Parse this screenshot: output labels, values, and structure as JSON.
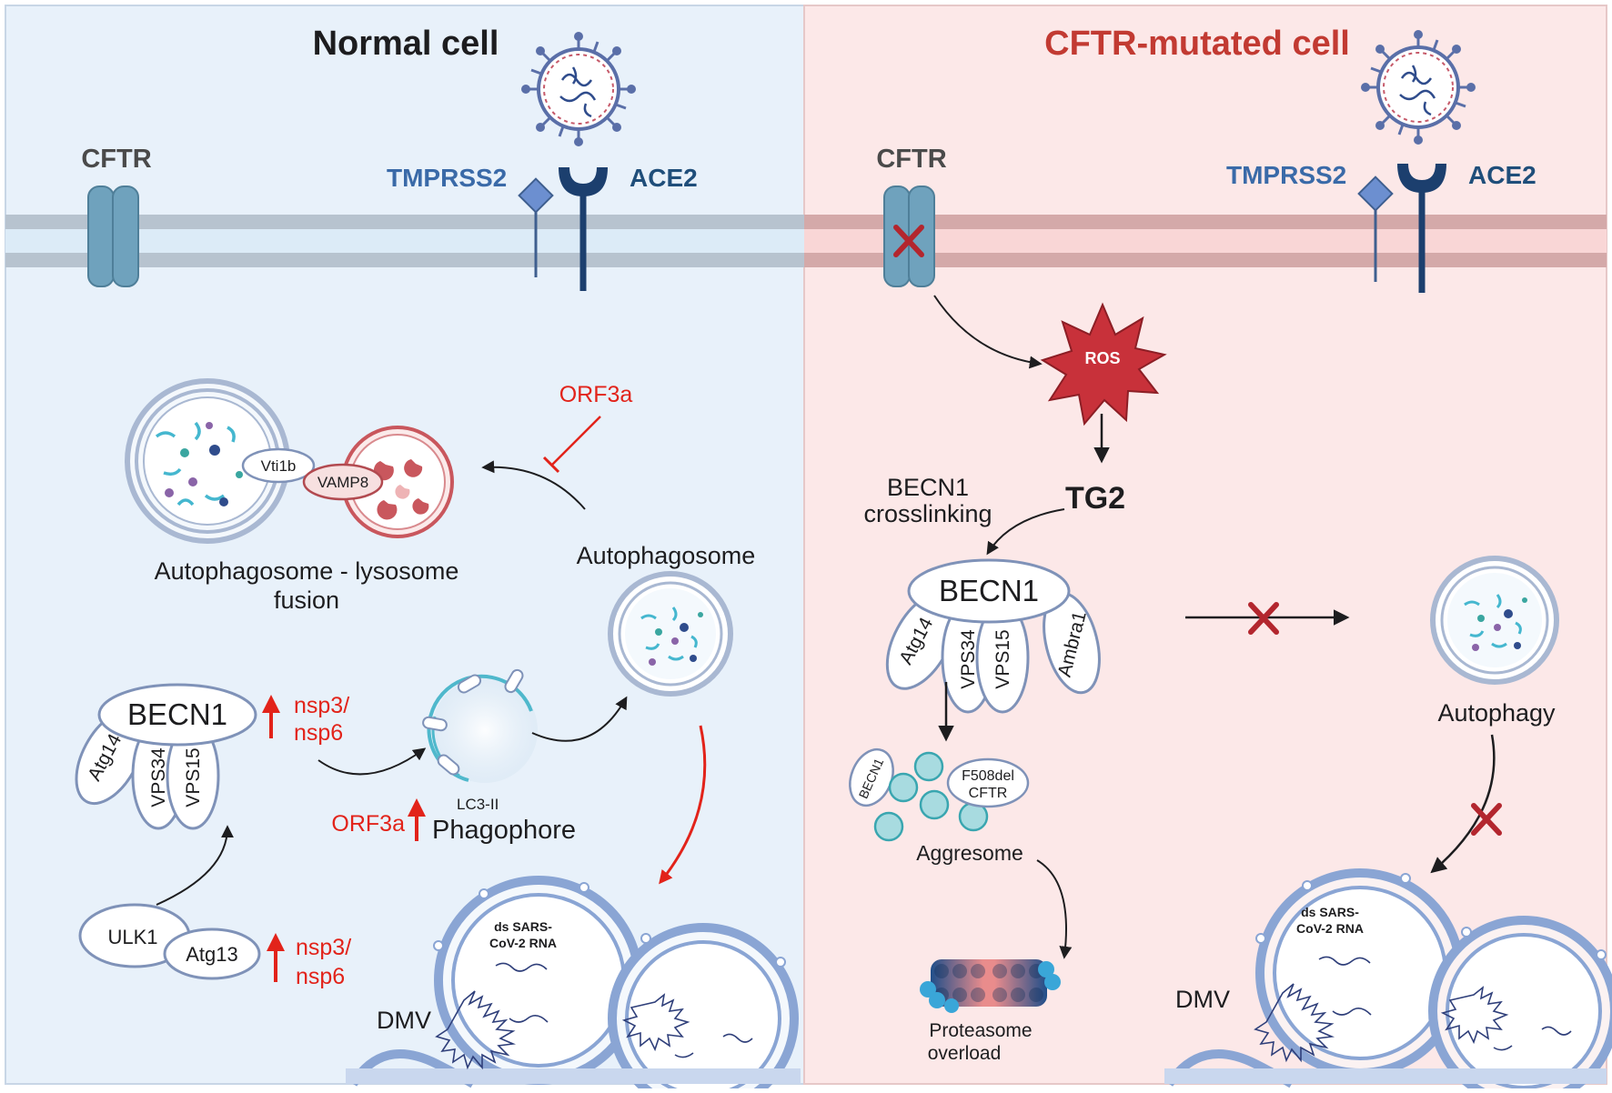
{
  "left_panel": {
    "title": "Normal cell",
    "membrane": {
      "cftr": "CFTR",
      "tmprss2": "TMPRSS2",
      "ace2": "ACE2"
    },
    "fusion": {
      "vti1b": "Vti1b",
      "vamp8": "VAMP8",
      "label_line1": "Autophagosome - lysosome",
      "label_line2": "fusion"
    },
    "orf3a_inhibit": "ORF3a",
    "autophagosome": "Autophagosome",
    "becn1_complex": {
      "becn1": "BECN1",
      "atg14": "Atg14",
      "vps34": "VPS34",
      "vps15": "VPS15"
    },
    "nsp_upper": {
      "line1": "nsp3/",
      "line2": "nsp6"
    },
    "phagophore": {
      "lc3": "LC3-II",
      "label": "Phagophore",
      "orf3a": "ORF3a"
    },
    "ulk1_complex": {
      "ulk1": "ULK1",
      "atg13": "Atg13"
    },
    "nsp_lower": {
      "line1": "nsp3/",
      "line2": "nsp6"
    },
    "dmv": {
      "label": "DMV",
      "rna_line1": "ds SARS-",
      "rna_line2": "CoV-2 RNA"
    }
  },
  "right_panel": {
    "title": "CFTR-mutated cell",
    "membrane": {
      "cftr": "CFTR",
      "tmprss2": "TMPRSS2",
      "ace2": "ACE2"
    },
    "ros": "ROS",
    "tg2": "TG2",
    "crosslink": {
      "line1": "BECN1",
      "line2": "crosslinking"
    },
    "becn1_complex": {
      "becn1": "BECN1",
      "atg14": "Atg14",
      "vps34": "VPS34",
      "vps15": "VPS15",
      "ambra1": "Ambra1"
    },
    "autophagy": "Autophagy",
    "aggresome": {
      "becn1": "BECN1",
      "f508del_line1": "F508del",
      "f508del_line2": "CFTR",
      "label": "Aggresome"
    },
    "proteasome": {
      "line1": "Proteasome",
      "line2": "overload"
    },
    "dmv": {
      "label": "DMV",
      "rna_line1": "ds SARS-",
      "rna_line2": "CoV-2 RNA"
    }
  },
  "colors": {
    "left_bg": "#e8f1fa",
    "right_bg": "#fce8e8",
    "red_title": "#c23a32",
    "blue_label": "#3a6aa8",
    "inhibit_red": "#e2231a",
    "outline": "#7f92b8",
    "dmv_blue": "#8aa5d4"
  }
}
